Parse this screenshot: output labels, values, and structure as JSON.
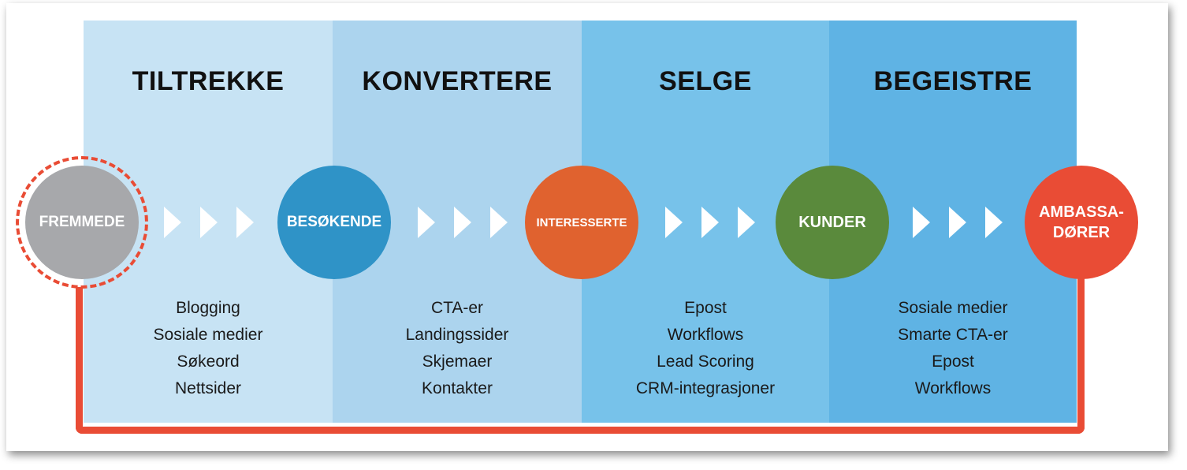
{
  "colors": {
    "stage_bg": [
      "#c7e3f4",
      "#acd4ee",
      "#77c2ea",
      "#5fb3e4"
    ],
    "loop": "#e94c35",
    "circle_fremmede": "#a7a8ab",
    "circle_besokende": "#2f93c7",
    "circle_interesserte": "#e0622f",
    "circle_kunder": "#5a8a3c",
    "circle_ambassadorer": "#e94c35"
  },
  "stages": [
    {
      "title": "TILTREKKE",
      "tools": [
        "Blogging",
        "Sosiale medier",
        "Søkeord",
        "Nettsider"
      ]
    },
    {
      "title": "KONVERTERE",
      "tools": [
        "CTA-er",
        "Landingssider",
        "Skjemaer",
        "Kontakter"
      ]
    },
    {
      "title": "SELGE",
      "tools": [
        "Epost",
        "Workflows",
        "Lead Scoring",
        "CRM-integrasjoner"
      ]
    },
    {
      "title": "BEGEISTRE",
      "tools": [
        "Sosiale medier",
        "Smarte CTA-er",
        "Epost",
        "Workflows"
      ]
    }
  ],
  "nodes": {
    "fremmede": "FREMMEDE",
    "besokende": "BESØKENDE",
    "interesserte": "INTERESSERTE",
    "kunder": "KUNDER",
    "ambassadorer": "AMBASSA-\nDØRER"
  }
}
